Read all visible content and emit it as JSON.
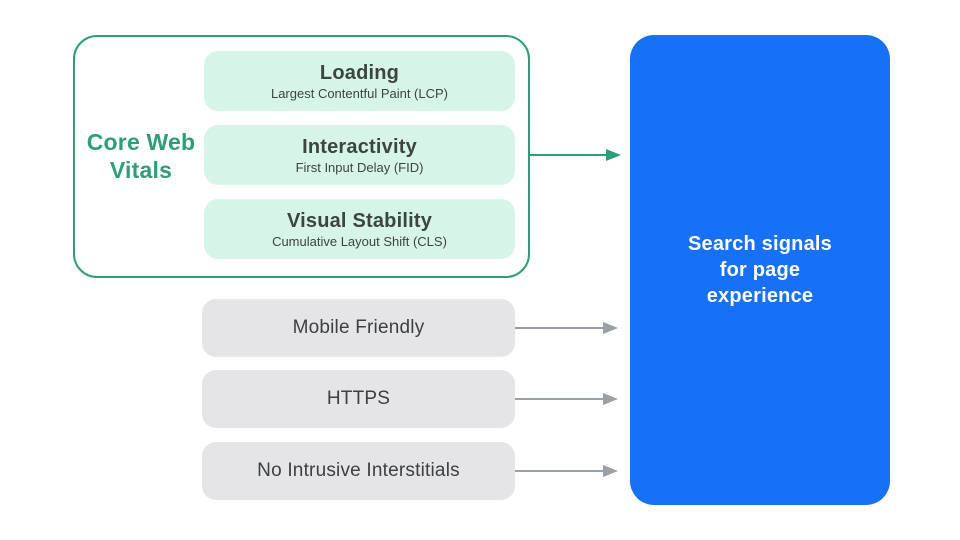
{
  "core_web_vitals": {
    "label": "Core Web Vitals",
    "metrics": [
      {
        "title": "Loading",
        "subtitle": "Largest Contentful Paint (LCP)"
      },
      {
        "title": "Interactivity",
        "subtitle": "First Input Delay (FID)"
      },
      {
        "title": "Visual Stability",
        "subtitle": "Cumulative Layout Shift (CLS)"
      }
    ]
  },
  "other_signals": [
    "Mobile Friendly",
    "HTTPS",
    "No Intrusive Interstitials"
  ],
  "result_box": {
    "lines": [
      "Search signals",
      "for page",
      "experience"
    ]
  },
  "colors": {
    "green": "#2E9E77",
    "green_light": "#D6F5E8",
    "gray_pill": "#E5E5E7",
    "text_dark": "#3C4043",
    "arrow_gray": "#9AA0A6",
    "blue": "#1771F6",
    "text_white": "#FFFFFF"
  }
}
